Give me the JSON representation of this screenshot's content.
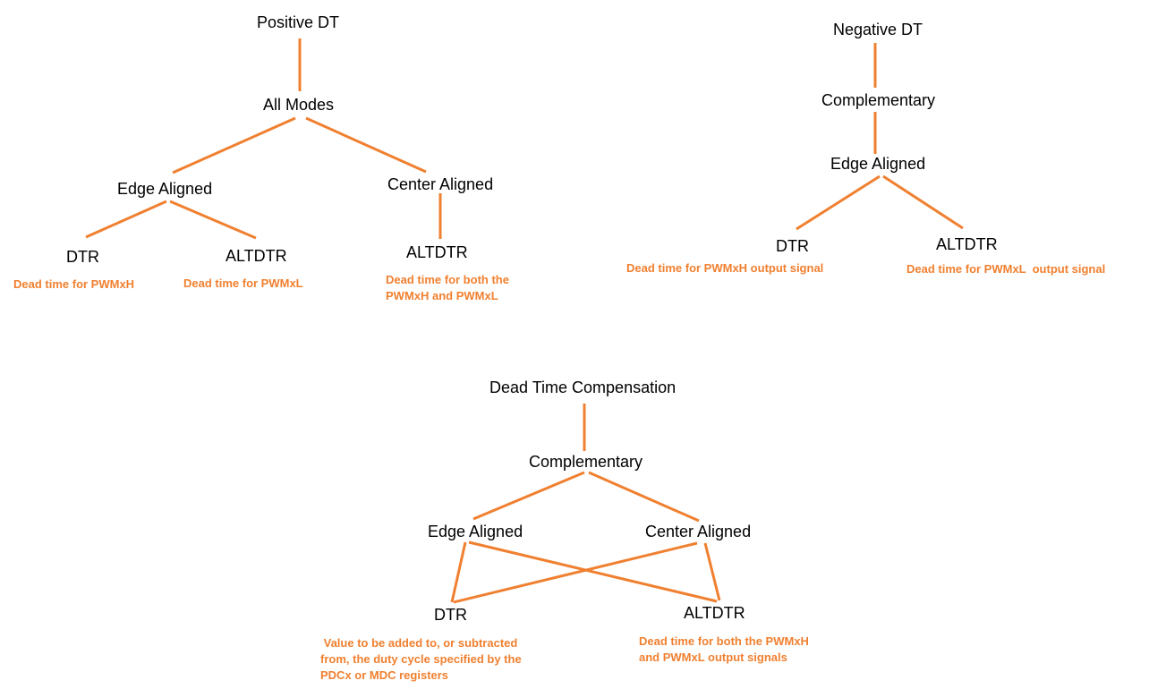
{
  "colors": {
    "connector": "#f08030",
    "note": "#f08030",
    "node": "#000000",
    "background": "#ffffff"
  },
  "positive": {
    "root": "Positive DT",
    "modes": "All Modes",
    "edge": "Edge Aligned",
    "center": "Center Aligned",
    "dtr": "DTR",
    "altdtr_edge": "ALTDTR",
    "altdtr_center": "ALTDTR",
    "note_dtr": "Dead time for PWMxH",
    "note_altdtr_edge": "Dead time for PWMxL",
    "note_altdtr_center": "Dead time for both the\nPWMxH and PWMxL"
  },
  "negative": {
    "root": "Negative DT",
    "mode": "Complementary",
    "edge": "Edge Aligned",
    "dtr": "DTR",
    "altdtr": "ALTDTR",
    "note_dtr": "Dead time for PWMxH output signal",
    "note_altdtr": "Dead time for PWMxL  output signal"
  },
  "compensation": {
    "root": "Dead Time Compensation",
    "mode": "Complementary",
    "edge": "Edge Aligned",
    "center": "Center Aligned",
    "dtr": "DTR",
    "altdtr": "ALTDTR",
    "note_dtr": " Value to be added to, or subtracted\nfrom, the duty cycle specified by the\nPDCx or MDC registers",
    "note_altdtr": "Dead time for both the PWMxH\nand PWMxL output signals"
  }
}
